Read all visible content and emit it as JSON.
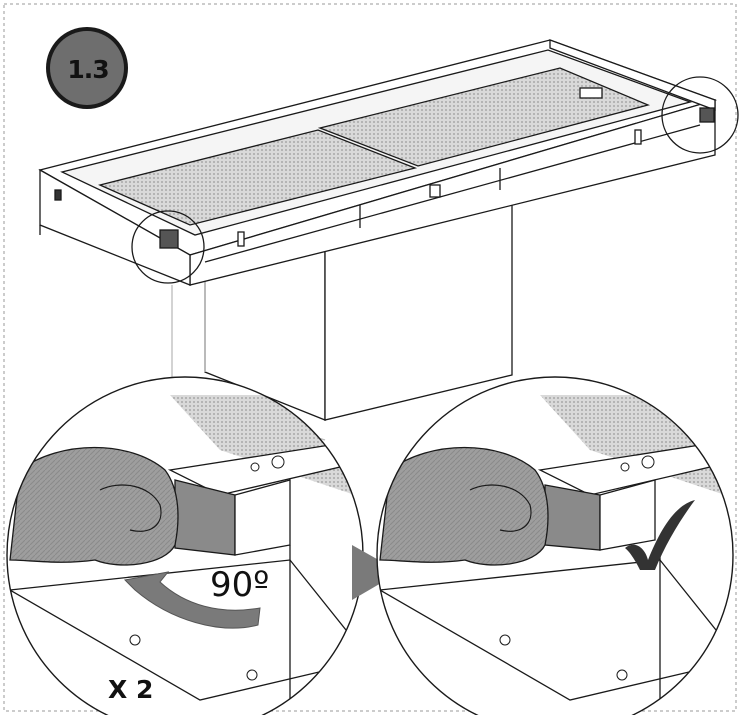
{
  "step": {
    "number": "1.3"
  },
  "rotation": {
    "angle_label": "90º"
  },
  "repeat": {
    "count_label": "X 2"
  },
  "colors": {
    "line": "#1a1a1a",
    "badge": "#6e6e6e",
    "block": "#8a8a8a",
    "hand": "#9e9e9e",
    "arrow": "#7a7a7a",
    "mesh": "#bdbdbd"
  }
}
